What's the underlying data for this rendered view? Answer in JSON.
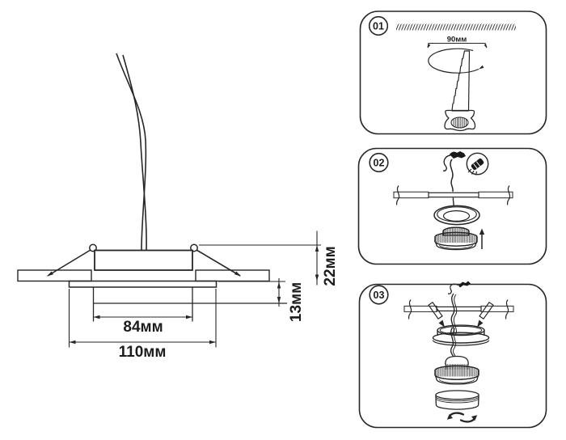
{
  "sheet": {
    "colors": {
      "line": "#262626",
      "background": "#ffffff"
    },
    "main_drawing": {
      "labels": {
        "inner_width": "84мм",
        "outer_width": "110мм",
        "height_above_ceiling": "22мм",
        "recess_depth": "13мм"
      }
    },
    "steps": [
      {
        "number": "01",
        "cutout_label": "90мм"
      },
      {
        "number": "02"
      },
      {
        "number": "03"
      }
    ]
  }
}
